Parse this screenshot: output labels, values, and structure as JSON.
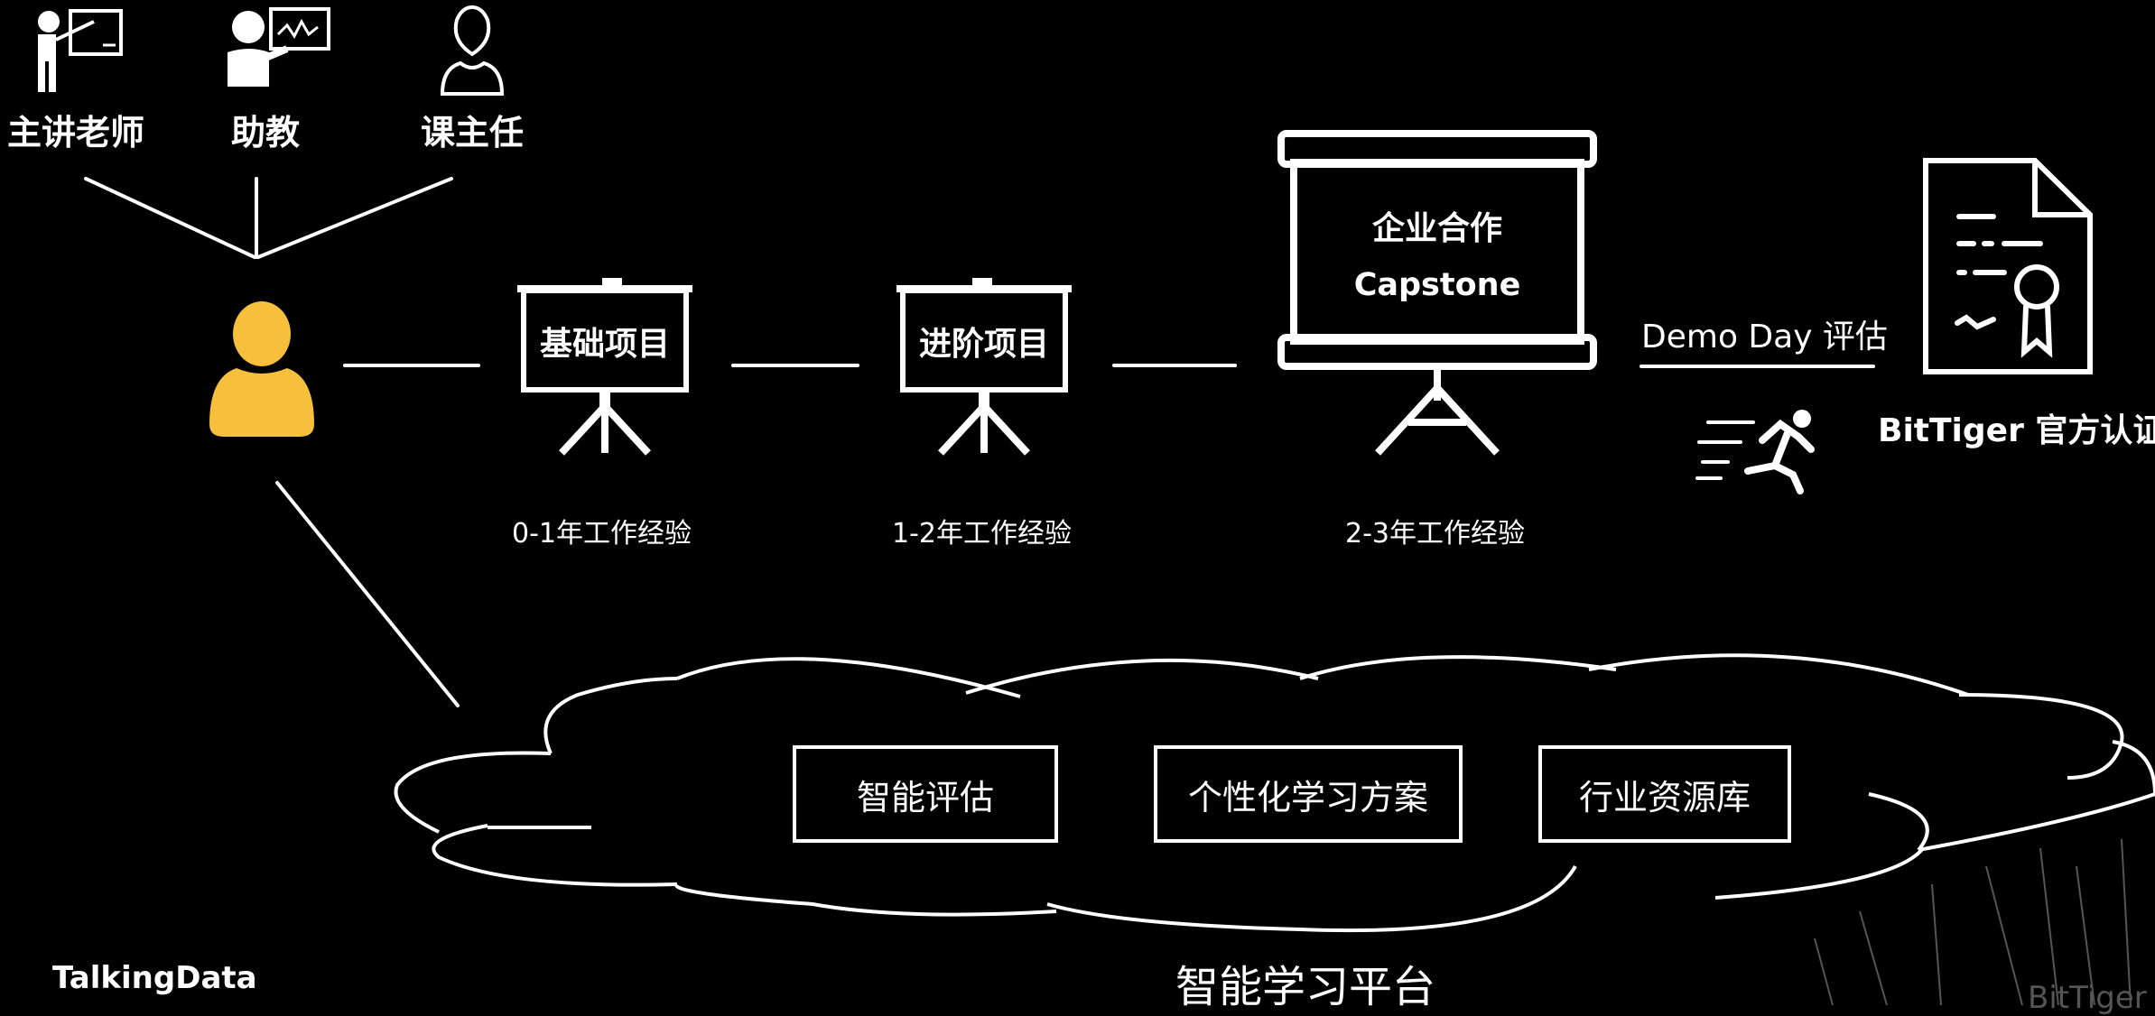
{
  "roles": {
    "lecturer": "主讲老师",
    "assistant": "助教",
    "advisor": "课主任"
  },
  "stages": [
    {
      "title": "基础项目",
      "experience": "0-1年工作经验"
    },
    {
      "title": "进阶项目",
      "experience": "1-2年工作经验"
    },
    {
      "title_line1": "企业合作",
      "title_line2": "Capstone",
      "experience": "2-3年工作经验"
    }
  ],
  "demo_day": "Demo Day 评估",
  "certification": "BitTiger 官方认证",
  "platform": {
    "title": "智能学习平台",
    "modules": [
      "智能评估",
      "个性化学习方案",
      "行业资源库"
    ]
  },
  "brand": "TalkingData",
  "watermark": "BitTiger",
  "colors": {
    "background": "#000000",
    "foreground": "#ffffff",
    "student": "#f6bf3c"
  }
}
